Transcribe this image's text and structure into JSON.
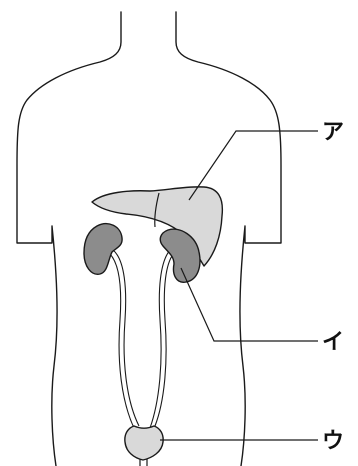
{
  "labels": {
    "a": "ア",
    "i": "イ",
    "u": "ウ"
  },
  "colors": {
    "outline": "#1a1a1a",
    "liver_fill": "#d9d9d9",
    "kidney_fill": "#8c8c8c",
    "bladder_fill": "#d9d9d9",
    "background": "#ffffff"
  }
}
